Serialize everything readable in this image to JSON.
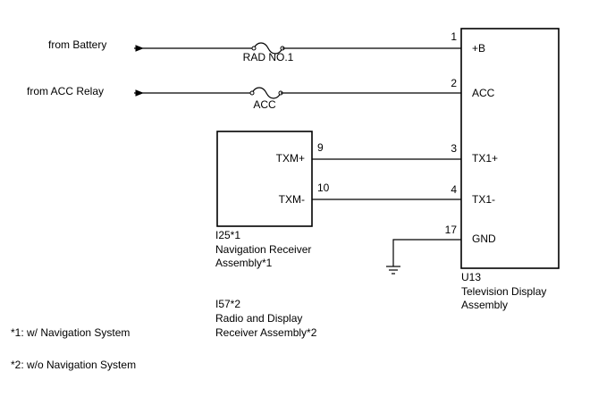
{
  "inputs": {
    "battery": "from Battery",
    "acc_relay": "from ACC Relay"
  },
  "fuses": {
    "rad": "RAD NO.1",
    "acc": "ACC"
  },
  "tv_unit": {
    "code": "U13",
    "name_line1": "Television Display",
    "name_line2": "Assembly",
    "pins": [
      {
        "num": "1",
        "label": "+B"
      },
      {
        "num": "2",
        "label": "ACC"
      },
      {
        "num": "3",
        "label": "TX1+"
      },
      {
        "num": "4",
        "label": "TX1-"
      },
      {
        "num": "17",
        "label": "GND"
      }
    ]
  },
  "nav_unit": {
    "code": "I25*1",
    "name_line1": "Navigation Receiver",
    "name_line2": "Assembly*1",
    "alt_code": "I57*2",
    "alt_line1": "Radio and Display",
    "alt_line2": "Receiver Assembly*2",
    "pins": [
      {
        "num": "9",
        "label": "TXM+"
      },
      {
        "num": "10",
        "label": "TXM-"
      }
    ]
  },
  "notes": [
    "*1: w/ Navigation System",
    "*2: w/o Navigation System"
  ]
}
